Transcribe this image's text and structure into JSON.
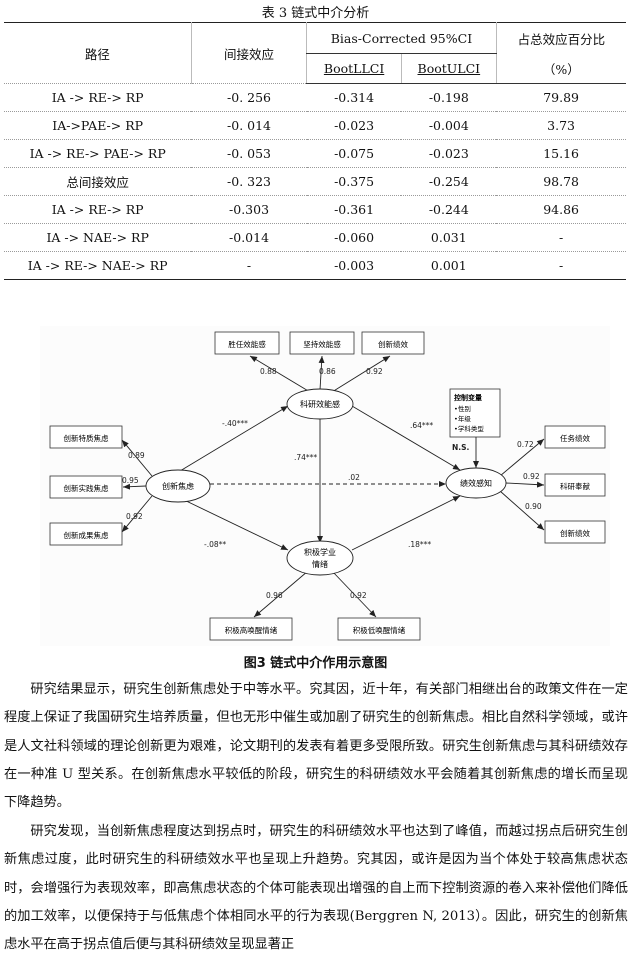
{
  "table": {
    "caption": "表 3  链式中介分析",
    "headers": {
      "path": "路径",
      "indirect": "间接效应",
      "ci": "Bias-Corrected 95%CI",
      "boot_llci": "BootLLCI",
      "boot_ulci": "BootULCI",
      "pct_line1": "占总效应百分比",
      "pct_line2": "（%）"
    },
    "rows": [
      {
        "path": "IA -> RE-> RP",
        "indirect": "-0. 256",
        "llci": "-0.314",
        "ulci": "-0.198",
        "pct": "79.89"
      },
      {
        "path": "IA->PAE-> RP",
        "indirect": "-0. 014",
        "llci": "-0.023",
        "ulci": "-0.004",
        "pct": "3.73"
      },
      {
        "path": "IA -> RE-> PAE-> RP",
        "indirect": "-0. 053",
        "llci": "-0.075",
        "ulci": "-0.023",
        "pct": "15.16"
      },
      {
        "path": "总间接效应",
        "indirect": "-0. 323",
        "llci": "-0.375",
        "ulci": "-0.254",
        "pct": "98.78"
      },
      {
        "path": "IA -> RE-> RP",
        "indirect": "-0.303",
        "llci": "-0.361",
        "ulci": "-0.244",
        "pct": "94.86"
      },
      {
        "path": "IA -> NAE-> RP",
        "indirect": "-0.014",
        "llci": "-0.060",
        "ulci": "0.031",
        "pct": "-"
      },
      {
        "path": "IA -> RE-> NAE-> RP",
        "indirect": "-",
        "llci": "-0.003",
        "ulci": "0.001",
        "pct": "-"
      }
    ]
  },
  "diagram": {
    "nodes": {
      "anxiety": "创新焦虑",
      "efficacy": "科研效能感",
      "emotion_line1": "积极学业",
      "emotion_line2": "情绪",
      "performance": "绩效感知"
    },
    "indicators": {
      "eff_1": "胜任效能感",
      "eff_2": "坚持效能感",
      "eff_3": "创新绩效",
      "anx_1": "创新特质焦虑",
      "anx_2": "创新实践焦虑",
      "anx_3": "创新成果焦虑",
      "emo_1": "积极高唤醒情绪",
      "emo_2": "积极低唤醒情绪",
      "perf_1": "任务绩效",
      "perf_2": "科研奉献",
      "perf_3": "创新绩效"
    },
    "loadings": {
      "eff_1": "0.88",
      "eff_2": "0.86",
      "eff_3": "0.92",
      "anx_1": "0.89",
      "anx_2": "0.95",
      "anx_3": "0.92",
      "emo_1": "0.96",
      "emo_2": "0.92",
      "perf_1": "0.72",
      "perf_2": "0.92",
      "perf_3": "0.90"
    },
    "paths": {
      "anx_eff": "-.40***",
      "eff_perf": ".64***",
      "eff_emo": ".74***",
      "anx_perf": ".02",
      "anx_emo": "-.08**",
      "emo_perf": ".18***",
      "control_perf": "N.S."
    },
    "control": {
      "title": "控制变量",
      "items": [
        "•性别",
        "•年级",
        "•学科类型"
      ]
    }
  },
  "figure_caption": "图3  链式中介作用示意图",
  "paragraphs": [
    "研究结果显示，研究生创新焦虑处于中等水平。究其因，近十年，有关部门相继出台的政策文件在一定程度上保证了我国研究生培养质量，但也无形中催生或加剧了研究生的创新焦虑。相比自然科学领域，或许是人文社科领域的理论创新更为艰难，论文期刊的发表有着更多受限所致。研究生创新焦虑与其科研绩效存在一种准 U 型关系。在创新焦虑水平较低的阶段，研究生的科研绩效水平会随着其创新焦虑的增长而呈现下降趋势。",
    "研究发现，当创新焦虑程度达到拐点时，研究生的科研绩效水平也达到了峰值，而越过拐点后研究生创新焦虑过度，此时研究生的科研绩效水平也呈现上升趋势。究其因，或许是因为当个体处于较高焦虑状态时，会增强行为表现效率，即高焦虑状态的个体可能表现出增强的自上而下控制资源的卷入来补偿他们降低的加工效率，以便保持于与低焦虑个体相同水平的行为表现(Berggren N, 2013）。因此，研究生的创新焦虑水平在高于拐点值后便与其科研绩效呈现显著正"
  ]
}
